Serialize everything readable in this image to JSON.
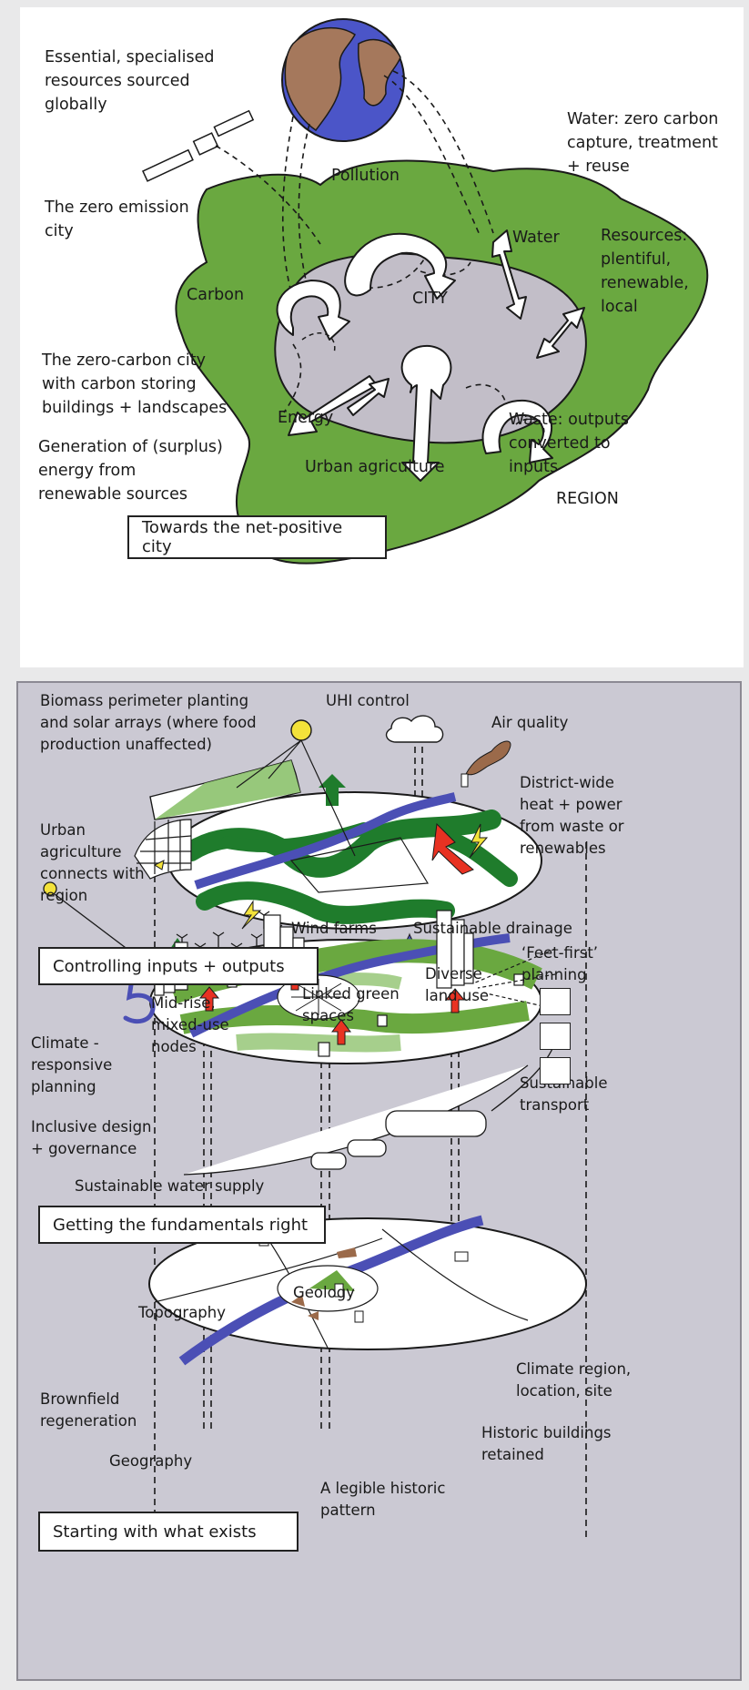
{
  "top": {
    "labels": {
      "essential": "Essential, specialised\nresources sourced\nglobally",
      "water_zero": "Water: zero carbon\ncapture, treatment\n+ reuse",
      "zero_emission": "The zero emission\ncity",
      "pollution": "Pollution",
      "water": "Water",
      "resources": "Resources:\nplentiful,\nrenewable,\nlocal",
      "carbon": "Carbon",
      "city": "CITY",
      "zero_carbon": "The zero-carbon city\nwith carbon storing\nbuildings + landscapes",
      "energy": "Energy",
      "waste": "Waste: outputs\nconverted to\ninputs",
      "generation": "Generation of (surplus)\nenergy from\nrenewable sources",
      "urban_agriculture": "Urban agriculture",
      "region": "REGION"
    },
    "caption": "Towards the net-positive city"
  },
  "bottom": {
    "labels": {
      "biomass": "Biomass perimeter planting\nand solar arrays (where food\nproduction unaffected)",
      "uhi": "UHI control",
      "air": "Air quality",
      "district": "District-wide\nheat + power\nfrom waste or\nrenewables",
      "urban_agri": "Urban\nagriculture\nconnects with\nregion",
      "wind": "Wind farms",
      "drainage": "Sustainable drainage",
      "feet_first": "‘Feet-first’\nplanning",
      "diverse": "Diverse\nland use",
      "linked": "Linked green\nspaces",
      "midrise": "Mid-rise,\nmixed-use\nnodes",
      "climate_resp": "Climate -\nresponsive\nplanning",
      "inclusive": "Inclusive design\n+ governance",
      "sust_transport": "Sustainable\ntransport",
      "water_supply": "Sustainable water supply",
      "geology": "Geology",
      "topography": "Topography",
      "climate_region": "Climate region,\nlocation, site",
      "brownfield": "Brownfield\nregeneration",
      "historic_bldg": "Historic buildings\nretained",
      "geography": "Geography",
      "legible": "A legible historic\npattern"
    },
    "boxes": {
      "controlling": "Controlling inputs + outputs",
      "fundamentals": "Getting the fundamentals right",
      "starting": "Starting with what exists"
    }
  },
  "colors": {
    "green": "#6aa840",
    "dark_green": "#1c7a2c",
    "light_green": "#a6cf8c",
    "grey": "#c2bec8",
    "blue": "#4b4fb5",
    "red": "#e83222",
    "yellow": "#f3e23a",
    "brown": "#9b6a4a"
  }
}
